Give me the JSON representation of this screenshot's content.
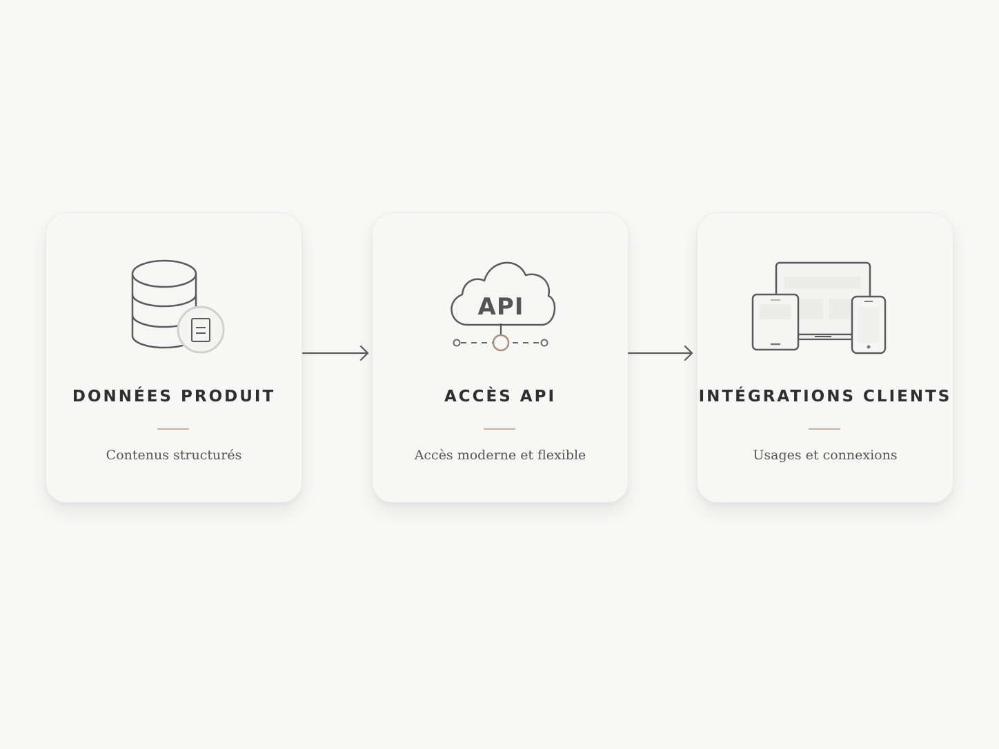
{
  "steps": [
    {
      "title": "DONNÉES PRODUIT",
      "subtitle": "Contenus structurés",
      "icon": "database-document-icon"
    },
    {
      "title": "ACCÈS API",
      "subtitle": "Accès moderne et flexible",
      "icon": "cloud-api-icon",
      "icon_text": "API"
    },
    {
      "title": "INTÉGRATIONS CLIENTS",
      "subtitle": "Usages et connexions",
      "icon": "devices-icon"
    }
  ],
  "connectors": [
    "arrow-right-icon",
    "arrow-right-icon"
  ],
  "colors": {
    "background": "#f8f8f7",
    "card": "#f7f7f6",
    "title_text": "#2f2f2f",
    "subtitle_text": "#555555",
    "accent": "#c8b19c",
    "icon_stroke": "#555555"
  }
}
